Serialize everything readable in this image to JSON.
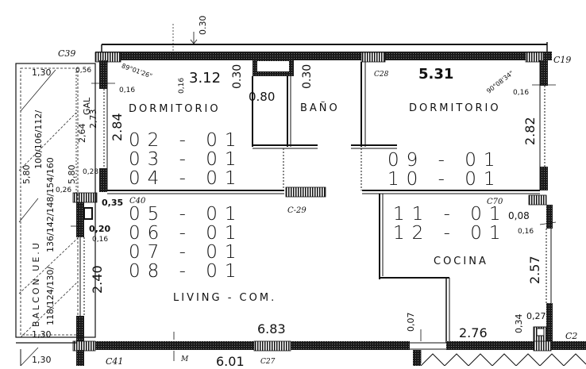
{
  "drawing": {
    "type": "floor-plan",
    "rooms": [
      {
        "name": "DORMITORIO",
        "id": "dormitorio-left"
      },
      {
        "name": "BAÑO",
        "id": "bano"
      },
      {
        "name": "DORMITORIO",
        "id": "dormitorio-right"
      },
      {
        "name": "LIVING - COM.",
        "id": "living"
      },
      {
        "name": "COCINA",
        "id": "cocina"
      },
      {
        "name": "BALCON",
        "id": "balcon"
      }
    ],
    "unit_codes": {
      "dormitorio_left": [
        "02 - 01",
        "03 - 01",
        "04 - 01"
      ],
      "dormitorio_right": [
        "09 - 01",
        "10 - 01"
      ],
      "living": [
        "05 - 01",
        "06 - 01",
        "07 - 01",
        "08 - 01"
      ],
      "cocina": [
        "11 - 01",
        "12 - 01"
      ]
    },
    "dimensions": {
      "dorm_left_width": "3.12",
      "dorm_right_width": "5.31",
      "dorm_left_height": "2.84",
      "dorm_right_height": "2.82",
      "living_width": "6.83",
      "living_height": "2.40",
      "cocina_width": "2.76",
      "cocina_height": "2.57",
      "bano_door": "0.80",
      "bano_depth": "0.30",
      "bano_col": "0.30",
      "top_offset": "0.30",
      "bottom_partial": "6.01",
      "d_016_a": "0,16",
      "d_016_b": "0,16",
      "d_016_c": "0,16",
      "d_016_d": "0,16",
      "d_016_e": "0,16",
      "d_056": "0,56",
      "d_028": "0,28",
      "d_026": "0,26",
      "d_035": "0,35",
      "d_020": "0,20",
      "d_008": "0,08",
      "d_027": "0,27",
      "d_007": "0,07",
      "d_034": "0,34",
      "d_130_top": "1,30",
      "d_130_mid": "1,30",
      "d_130_bot": "1,30",
      "d_580": "5,80",
      "d_580b": "5,80",
      "d_264": "2,64",
      "d_273": "2,73",
      "gal": "GAL",
      "angle_left": "89°01'26\"",
      "angle_right": "90°08'34\""
    },
    "balcony": {
      "label": "BALCON UE.U",
      "series_top": "100/106/112/",
      "series_mid": "136/142/148/154/160",
      "series_bot": "118/124/130/"
    },
    "column_tags": {
      "c39": "C39",
      "c28": "C28",
      "c19": "C19",
      "c40": "C40",
      "c29": "C-29",
      "c70": "C70",
      "c41": "C41",
      "c27": "C27",
      "c2x": "C2",
      "m": "M"
    }
  }
}
